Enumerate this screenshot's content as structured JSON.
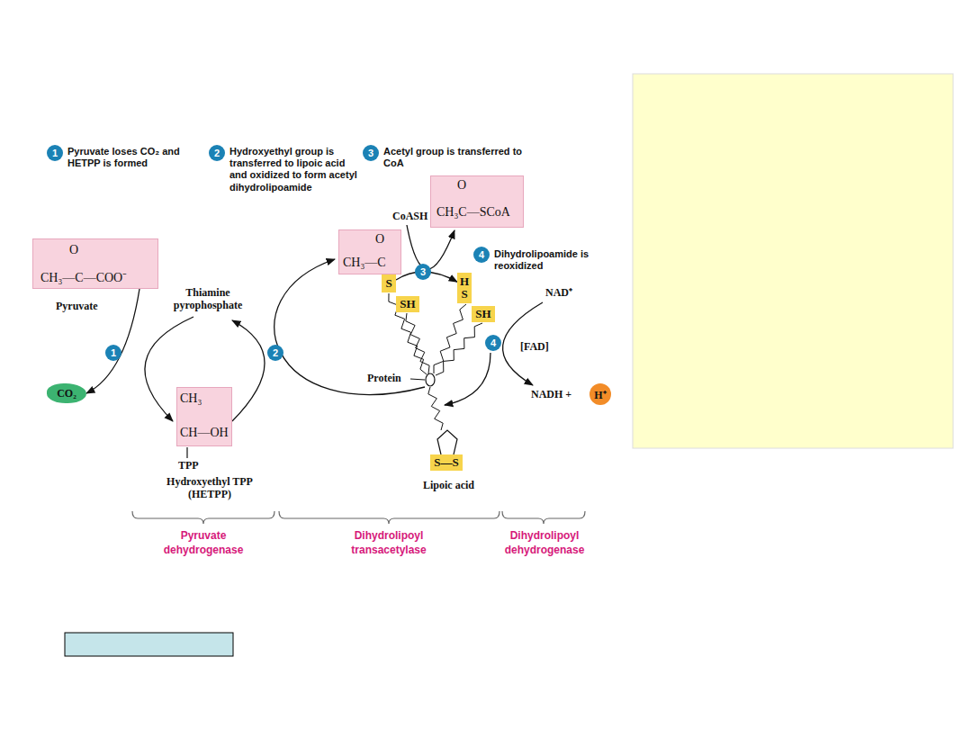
{
  "diagram": {
    "nodes": [
      {
        "text": [
          "1"
        ]
      },
      {
        "text": [
          "2"
        ]
      },
      {
        "text": [
          "3"
        ]
      },
      {
        "text": [
          "4"
        ]
      },
      {
        "text": [
          "O",
          "CH₃—C—COO⁻"
        ]
      },
      {
        "text": [
          "CO₂"
        ]
      },
      {
        "text": [
          "1"
        ]
      },
      {
        "text": [
          "CH₃",
          "CH—OH"
        ]
      },
      {
        "text": [
          "2"
        ]
      },
      {
        "text": [
          "O",
          "CH₃—C"
        ]
      },
      {
        "text": [
          "S"
        ]
      },
      {
        "text": [
          "SH"
        ]
      },
      {
        "text": [
          "O",
          "CH₃C—SCoA"
        ]
      },
      {
        "text": [
          "3"
        ]
      },
      {
        "text": [
          "H S"
        ]
      },
      {
        "text": [
          "SH"
        ]
      },
      {
        "text": [
          "4"
        ]
      },
      {
        "text": [
          "H⁺"
        ]
      },
      {
        "text": [
          "S—S"
        ]
      }
    ],
    "edges": [
      {
        "from": 4,
        "to": 5,
        "arrow": "to"
      },
      {
        "from": 10,
        "to": 14,
        "arrow": "to"
      }
    ],
    "labels": [
      "Pyruvate loses CO₂ and HETPP is formed",
      "Hydroxyethyl group is transferred to lipoic acid and oxidized to form acetyl dihydrolipoamide",
      "Acetyl group is transferred to CoA",
      "Dihydrolipoamide is reoxidized",
      "Pyruvate",
      "Thiamine pyrophosphate",
      "TPP",
      "Hydroxyethyl TPP (HETPP)",
      "CoASH",
      "NAD⁺",
      "[FAD]",
      "NADH +",
      "Protein",
      "Lipoic acid",
      "Pyruvate dehydrogenase",
      "Dihydrolipoyl transacetylase",
      "Dihydrolipoyl dehydrogenase"
    ]
  }
}
